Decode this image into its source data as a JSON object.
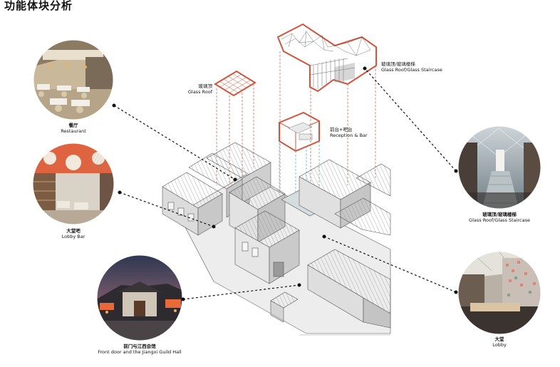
{
  "title": "功能体块分析",
  "photos": [
    {
      "id": "restaurant",
      "zh": "餐厅",
      "en": "Restaurant"
    },
    {
      "id": "lobby_bar",
      "zh": "大堂吧",
      "en": "Lobby Bar"
    },
    {
      "id": "front_door",
      "zh": "前门与江西会馆",
      "en": "Front door and the Jiangxi Guild Hall"
    },
    {
      "id": "glass_stair",
      "zh": "玻璃顶/玻璃楼梯",
      "en": "Glass Roof/Glass Staircase"
    },
    {
      "id": "lobby",
      "zh": "大堂",
      "en": "Lobby"
    }
  ],
  "labels": {
    "glass_roof": {
      "zh": "玻璃顶",
      "en": "Glass Roof"
    },
    "glass_stair": {
      "zh": "玻璃顶/玻璃楼梯",
      "en": "Glass Roof/Glass Staircase"
    },
    "reception": {
      "zh": "前台+吧台",
      "en": "Reception & Bar"
    }
  },
  "colors": {
    "accent": "#d0553c",
    "leader": "#111111",
    "dash_blue": "#3fa7dc",
    "dash_red": "#d0553c"
  }
}
